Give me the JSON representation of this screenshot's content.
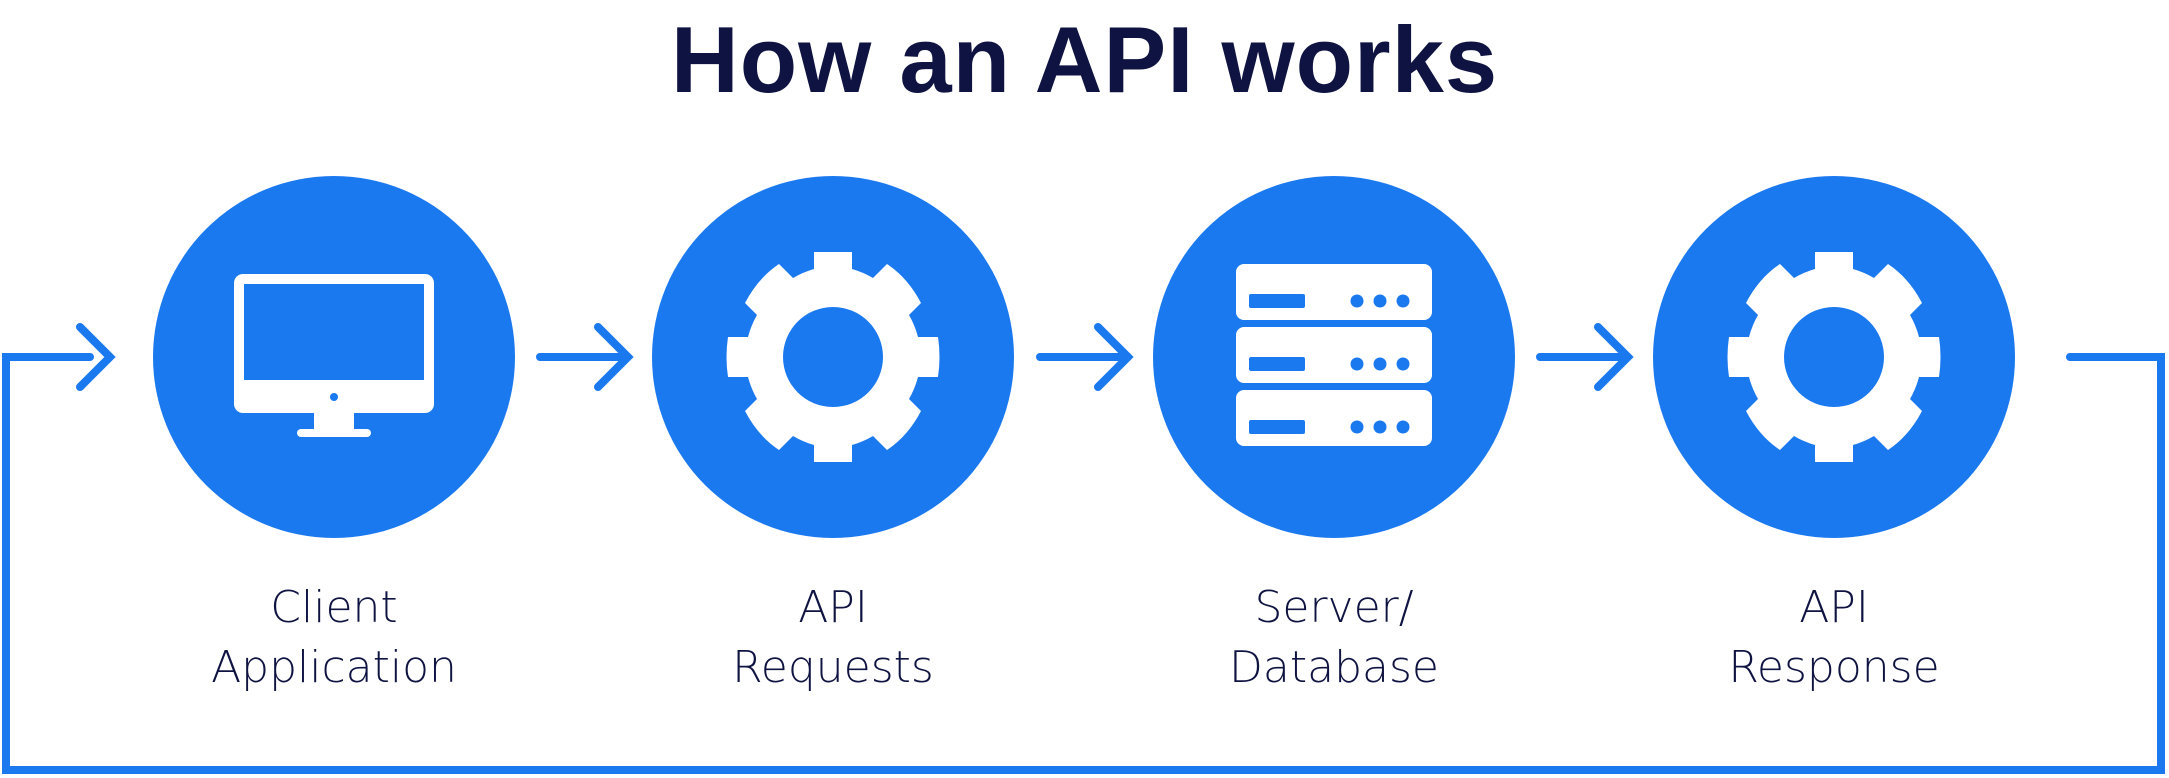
{
  "title": "How an API works",
  "colors": {
    "accent": "#1b79f0",
    "title_text": "#0f1341",
    "icon": "#ffffff"
  },
  "steps": [
    {
      "label_line1": "Client",
      "label_line2": "Application",
      "icon": "monitor-icon"
    },
    {
      "label_line1": "API",
      "label_line2": "Requests",
      "icon": "gear-icon"
    },
    {
      "label_line1": "Server/",
      "label_line2": "Database",
      "icon": "server-icon"
    },
    {
      "label_line1": "API",
      "label_line2": "Response",
      "icon": "gear-icon"
    }
  ]
}
